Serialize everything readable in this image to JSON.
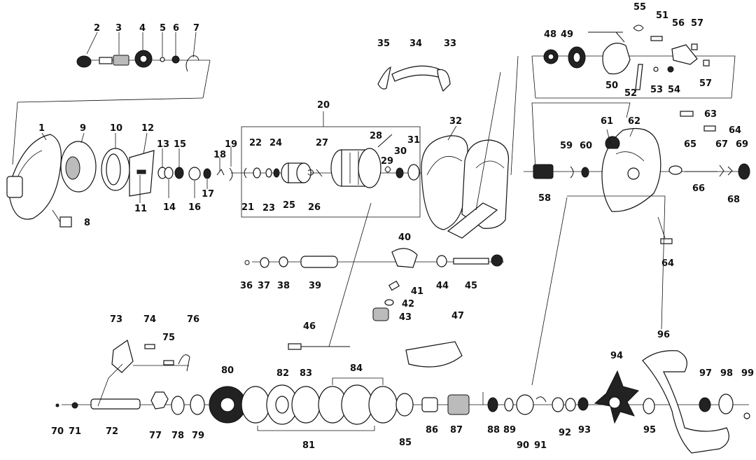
{
  "part_numbers": {
    "p1": "1",
    "p2": "2",
    "p3": "3",
    "p4": "4",
    "p5": "5",
    "p6": "6",
    "p7": "7",
    "p8": "8",
    "p9": "9",
    "p10": "10",
    "p11": "11",
    "p12": "12",
    "p13": "13",
    "p14": "14",
    "p15": "15",
    "p16": "16",
    "p17": "17",
    "p18": "18",
    "p19": "19",
    "p20": "20",
    "p21": "21",
    "p22": "22",
    "p23": "23",
    "p24": "24",
    "p25": "25",
    "p26": "26",
    "p27": "27",
    "p28": "28",
    "p29": "29",
    "p30": "30",
    "p31": "31",
    "p32": "32",
    "p33": "33",
    "p34": "34",
    "p35": "35",
    "p36": "36",
    "p37": "37",
    "p38": "38",
    "p39": "39",
    "p40": "40",
    "p41": "41",
    "p42": "42",
    "p43": "43",
    "p44": "44",
    "p45": "45",
    "p46": "46",
    "p47": "47",
    "p48": "48",
    "p49": "49",
    "p50": "50",
    "p51": "51",
    "p52": "52",
    "p53": "53",
    "p54": "54",
    "p55": "55",
    "p56": "56",
    "p57a": "57",
    "p57b": "57",
    "p58": "58",
    "p59": "59",
    "p60": "60",
    "p61": "61",
    "p62": "62",
    "p63": "63",
    "p64a": "64",
    "p64b": "64",
    "p65": "65",
    "p66": "66",
    "p67": "67",
    "p68": "68",
    "p69": "69",
    "p70": "70",
    "p71": "71",
    "p72": "72",
    "p73": "73",
    "p74": "74",
    "p75": "75",
    "p76": "76",
    "p77": "77",
    "p78": "78",
    "p79": "79",
    "p80": "80",
    "p81": "81",
    "p82": "82",
    "p83": "83",
    "p84": "84",
    "p85": "85",
    "p86": "86",
    "p87": "87",
    "p88": "88",
    "p89": "89",
    "p90": "90",
    "p91": "91",
    "p92": "92",
    "p93": "93",
    "p94": "94",
    "p95": "95",
    "p96": "96",
    "p97": "97",
    "p98": "98",
    "p99": "99"
  }
}
